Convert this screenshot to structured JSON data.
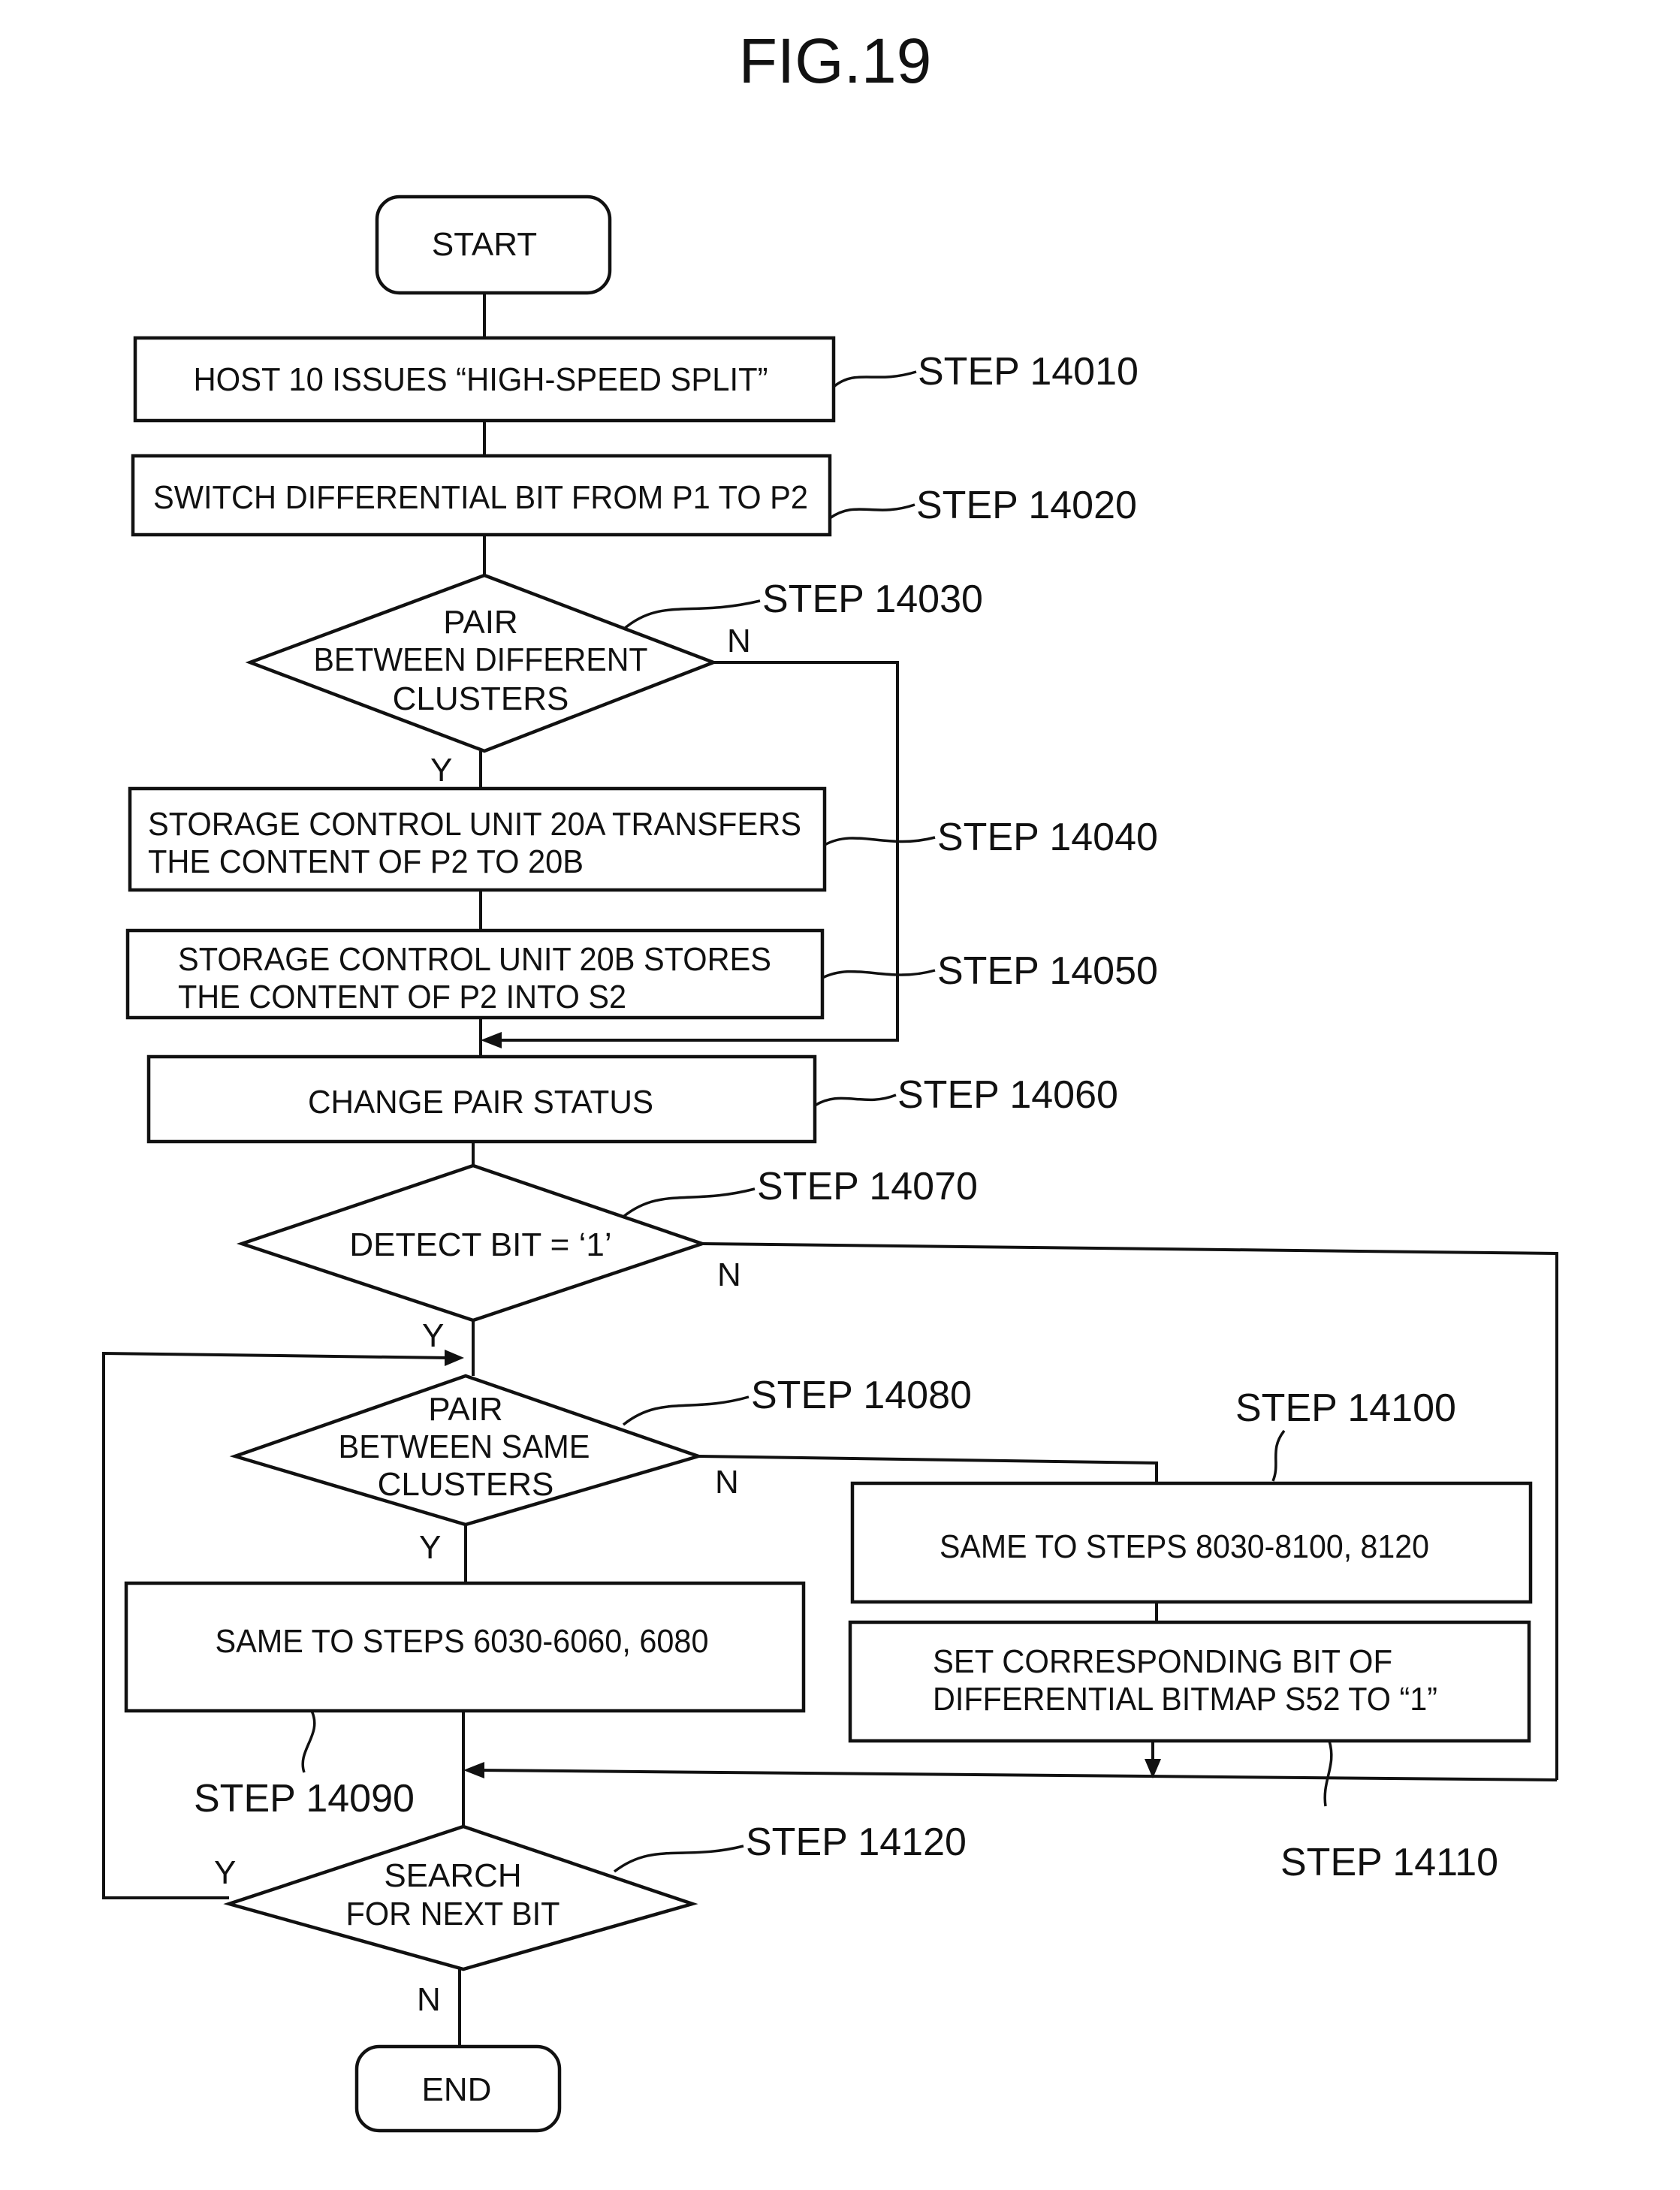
{
  "figure": {
    "title": "FIG.19"
  },
  "nodes": {
    "start": {
      "text": "START"
    },
    "s14010": {
      "lines": [
        "HOST 10 ISSUES “HIGH-SPEED SPLIT”"
      ],
      "step": "STEP 14010"
    },
    "s14020": {
      "lines": [
        "SWITCH DIFFERENTIAL BIT FROM P1 TO P2"
      ],
      "step": "STEP 14020"
    },
    "s14030": {
      "lines": [
        "PAIR",
        "BETWEEN DIFFERENT",
        "CLUSTERS"
      ],
      "step": "STEP 14030",
      "yes": "Y",
      "no": "N"
    },
    "s14040": {
      "lines": [
        "STORAGE CONTROL UNIT 20A TRANSFERS",
        "THE CONTENT OF P2 TO 20B"
      ],
      "step": "STEP 14040"
    },
    "s14050": {
      "lines": [
        "STORAGE CONTROL UNIT 20B STORES",
        "THE CONTENT OF P2 INTO S2"
      ],
      "step": "STEP 14050"
    },
    "s14060": {
      "lines": [
        "CHANGE PAIR STATUS"
      ],
      "step": "STEP 14060"
    },
    "s14070": {
      "lines": [
        "DETECT BIT = ‘1’"
      ],
      "step": "STEP 14070",
      "yes": "Y",
      "no": "N"
    },
    "s14080": {
      "lines": [
        "PAIR",
        "BETWEEN SAME",
        "CLUSTERS"
      ],
      "step": "STEP 14080",
      "yes": "Y",
      "no": "N"
    },
    "s14090": {
      "lines": [
        "SAME TO STEPS 6030-6060, 6080"
      ],
      "step": "STEP 14090"
    },
    "s14100": {
      "lines": [
        "SAME TO STEPS 8030-8100, 8120"
      ],
      "step": "STEP 14100"
    },
    "s14110": {
      "lines": [
        "SET CORRESPONDING BIT OF",
        "DIFFERENTIAL BITMAP S52 TO “1”"
      ],
      "step": "STEP 14110"
    },
    "s14120": {
      "lines": [
        "SEARCH",
        "FOR NEXT BIT"
      ],
      "step": "STEP 14120",
      "yes": "Y",
      "no": "N"
    },
    "end": {
      "text": "END"
    }
  }
}
